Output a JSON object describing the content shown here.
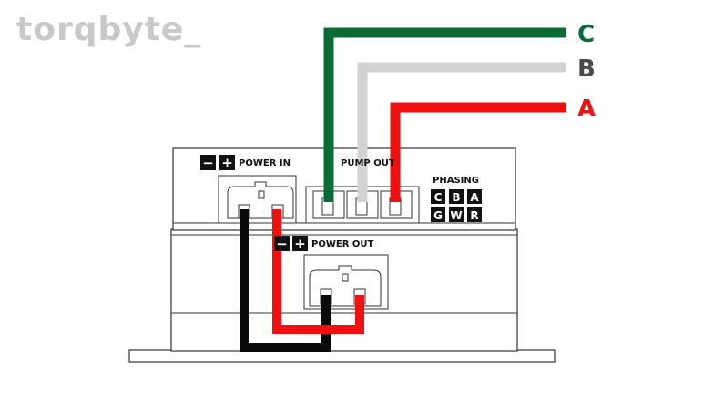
{
  "brand": {
    "text": "torqbyte_"
  },
  "wires": {
    "c": {
      "label": "C",
      "color": "#0b6b34"
    },
    "b": {
      "label": "B",
      "color": "#d2d2d2"
    },
    "a": {
      "label": "A",
      "color": "#f01010"
    },
    "black": {
      "color": "#0a0a0a"
    },
    "red": {
      "color": "#f01010"
    }
  },
  "device": {
    "power_in_label": "POWER IN",
    "pump_out_label": "PUMP OUT",
    "power_out_label": "POWER OUT",
    "minus_symbol": "−",
    "plus_symbol": "+",
    "phasing": {
      "title": "PHASING",
      "row1": [
        "C",
        "B",
        "A"
      ],
      "row2": [
        "G",
        "W",
        "R"
      ]
    }
  }
}
